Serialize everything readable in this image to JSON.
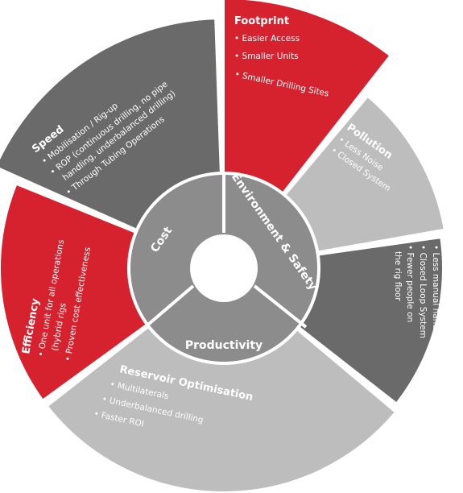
{
  "colors": {
    "red": "#d6222e",
    "dark_grey": "#6a6a6b",
    "light_grey": "#bdbdbd",
    "mid_grey": "#8c8c8c",
    "white": "#ffffff"
  },
  "core": {
    "cost": "Cost",
    "environment": "Environment & Safety",
    "productivity": "Productivity"
  },
  "segments": {
    "footprint": {
      "title": "Footprint",
      "items": [
        "• Easier Access",
        "• Smaller Units",
        "• Smaller Drilling Sites"
      ]
    },
    "pollution": {
      "title": "Pollution",
      "items": [
        "• Less Noise",
        "• Closed System"
      ]
    },
    "fewer_incidents": {
      "title": "Fewer Incidents",
      "items": [
        "• Less manual handling",
        "• Closed Loop System",
        "• Fewer people on",
        "the rig floor"
      ]
    },
    "reservoir": {
      "title": "Reservoir Optimisation",
      "items": [
        "• Multilaterals",
        "• Underbalanced drilling",
        "• Faster ROI"
      ]
    },
    "efficiency": {
      "title": "Efficiency",
      "items": [
        "• One unit for all operations",
        "(hybrid rigs",
        "• Proven cost effectiveness"
      ]
    },
    "speed": {
      "title": "Speed",
      "items": [
        "• Mobilisation / Rig-up",
        "• ROP (continuous drilling, no pipe",
        "handling, underbalanced drilling)",
        "• Through Tubing Operations"
      ]
    }
  }
}
